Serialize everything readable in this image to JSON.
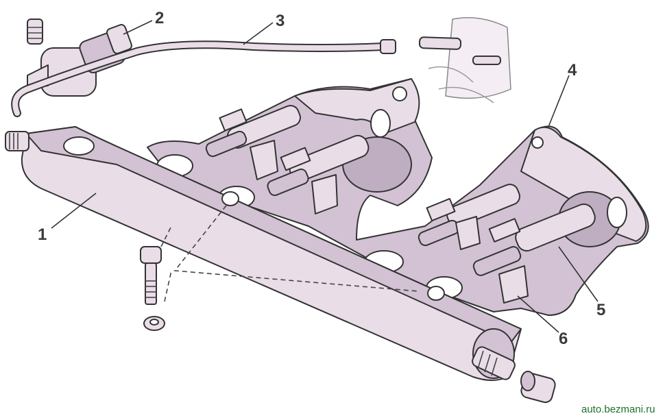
{
  "callouts": [
    {
      "id": "1",
      "label": "1"
    },
    {
      "id": "2",
      "label": "2"
    },
    {
      "id": "3",
      "label": "3"
    },
    {
      "id": "4",
      "label": "4"
    },
    {
      "id": "5",
      "label": "5"
    },
    {
      "id": "6",
      "label": "6"
    }
  ],
  "watermark": "auto.bezmani.ru",
  "colors": {
    "part_fill": "#e9dde8",
    "part_shade": "#d2c2d3",
    "outline": "#333333",
    "watermark": "#1f6f2b"
  }
}
